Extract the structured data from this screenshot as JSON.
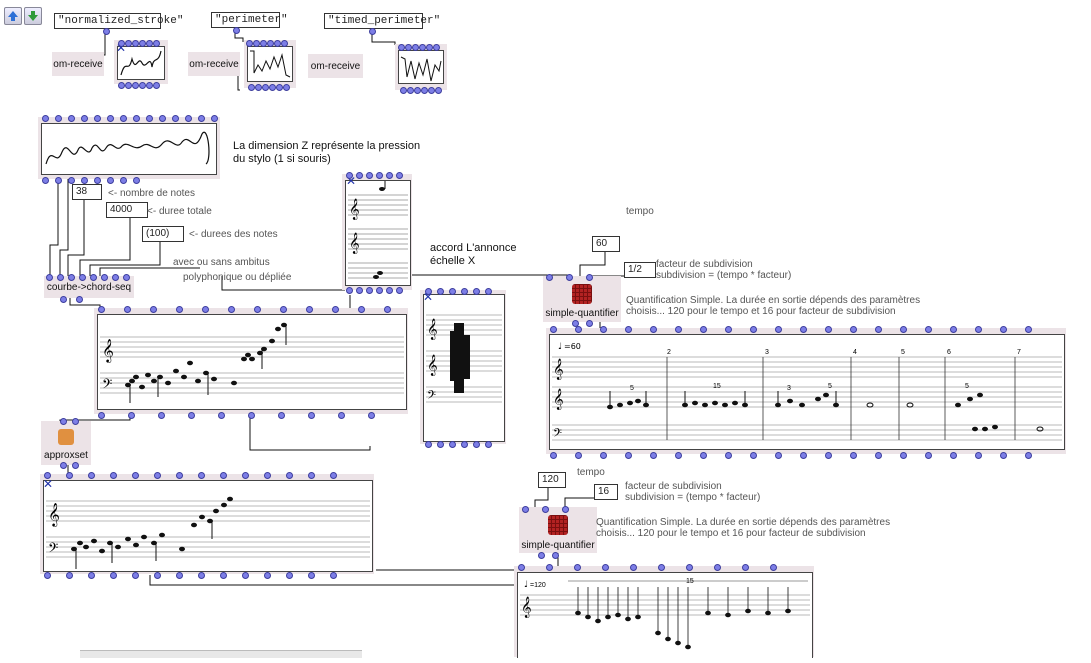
{
  "toolbar": {
    "up_icon": "arrow-up-icon",
    "down_icon": "arrow-down-icon",
    "up_color": "#2d6fd6",
    "down_color": "#2e9a3a"
  },
  "strings": {
    "s1": "\"normalized_stroke\"",
    "s2": "\"perimeter\"",
    "s3": "\"timed_perimeter\""
  },
  "receivers": {
    "r1": "om-receive",
    "r2": "om-receive",
    "r3": "om-receive"
  },
  "main_note": "La dimension Z représente la pression du stylo (1 si souris)",
  "params": {
    "n_notes": "38",
    "n_notes_label": "<- nombre de notes",
    "duration": "4000",
    "duration_label": "<- duree totale",
    "note_dur": "(100)",
    "note_dur_label": "<-  durees des notes"
  },
  "ambitus_label": "avec ou sans ambitus",
  "poly_label": "polyphonique ou dépliée",
  "chord_obj": "courbe->chord-seq",
  "chord_note": "accord L'annonce échelle X",
  "approx_obj": "approxset",
  "quant1": {
    "tempo_label": "tempo",
    "tempo": "60",
    "factor": "1/2",
    "factor_label": "facteur de subdivision",
    "formula": "subdivision = (tempo * facteur)",
    "obj": "simple-quantifier",
    "desc1": "Quantification Simple. La durée en sortie dépends des paramètres",
    "desc2": "choisis... 120 pour le tempo et 16 pour facteur de subdivision",
    "mark": "=60",
    "measures": [
      "2",
      "3",
      "4",
      "5",
      "6",
      "7"
    ],
    "tuplets": [
      "5",
      "15",
      "3",
      "5",
      "5"
    ]
  },
  "quant2": {
    "tempo_label": "tempo",
    "tempo": "120",
    "factor": "16",
    "factor_label": "facteur de subdivision",
    "formula": "subdivision = (tempo * facteur)",
    "obj": "simple-quantifier",
    "desc1": "Quantification Simple. La durée en sortie dépends des paramètres",
    "desc2": "choisis... 120 pour le tempo et 16 pour facteur de subdivision",
    "mark": "=120",
    "tuplet": "15"
  },
  "colors": {
    "inlet": "#7d7ee6",
    "object_bg": "#ece3e7",
    "quant_icon": "#b22222"
  }
}
